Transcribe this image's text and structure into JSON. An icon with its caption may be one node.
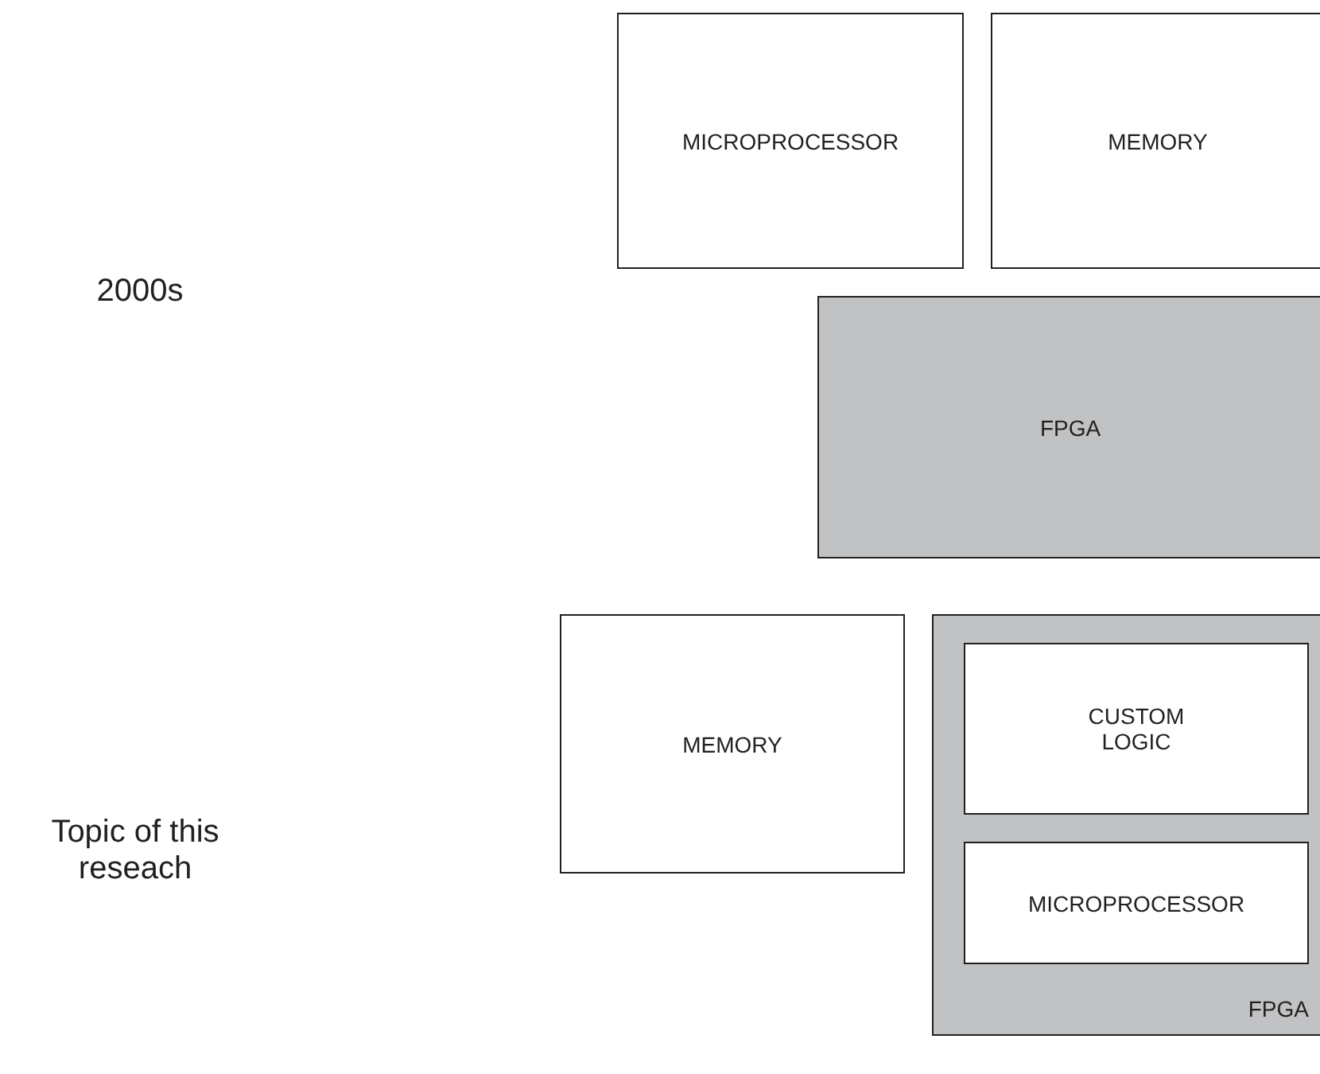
{
  "diagram": {
    "nodes": [
      {
        "text": [
          "MICROPROCESSOR"
        ]
      },
      {
        "text": [
          "MEMORY"
        ]
      },
      {
        "text": [
          "FPGA"
        ]
      },
      {
        "text": [
          "MEMORY"
        ]
      },
      {
        "text": [
          "FPGA"
        ]
      },
      {
        "text": [
          "CUSTOM LOGIC"
        ],
        "in": 4
      },
      {
        "text": [
          "MICROPROCESSOR"
        ],
        "in": 4
      }
    ],
    "labels": [
      "2000s",
      "Topic of this reseach"
    ]
  }
}
